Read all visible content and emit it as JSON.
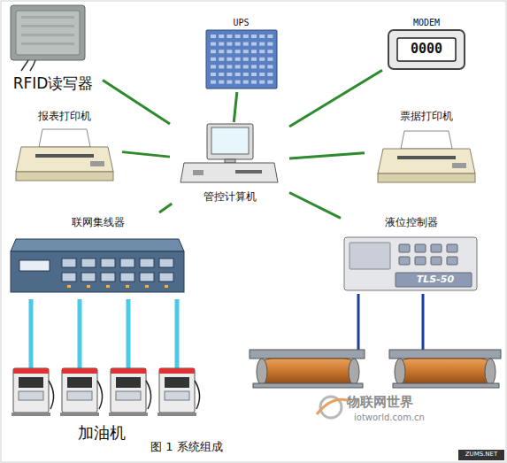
{
  "diagram": {
    "caption": "图 1 系统组成",
    "nodes": [
      {
        "text": [
          "RFID读写器"
        ]
      },
      {
        "text": [
          "UPS"
        ]
      },
      {
        "text": [
          "MODEM"
        ]
      },
      {
        "text": [
          "报表打印机"
        ]
      },
      {
        "text": [
          "管控计算机"
        ]
      },
      {
        "text": [
          "票据打印机"
        ]
      },
      {
        "text": [
          "联网集线器"
        ]
      },
      {
        "text": [
          "液位控制器"
        ]
      },
      {
        "text": [
          "加油机"
        ]
      }
    ],
    "edges": [
      {
        "from": 4,
        "to": 0,
        "arrow": "none"
      },
      {
        "from": 4,
        "to": 1,
        "arrow": "none"
      },
      {
        "from": 4,
        "to": 2,
        "arrow": "none"
      },
      {
        "from": 4,
        "to": 3,
        "arrow": "none"
      },
      {
        "from": 4,
        "to": 5,
        "arrow": "none"
      },
      {
        "from": 4,
        "to": 6,
        "arrow": "none"
      },
      {
        "from": 4,
        "to": 7,
        "arrow": "none"
      },
      {
        "from": 6,
        "to": 8,
        "arrow": "none"
      },
      {
        "from": 6,
        "to": 8,
        "arrow": "none"
      },
      {
        "from": 6,
        "to": 8,
        "arrow": "none"
      },
      {
        "from": 6,
        "to": 8,
        "arrow": "none"
      }
    ],
    "labels": [
      "0000",
      "TLS-50",
      "物联网世界",
      "iotworld.com.cn",
      "ZUMS.NET"
    ]
  }
}
